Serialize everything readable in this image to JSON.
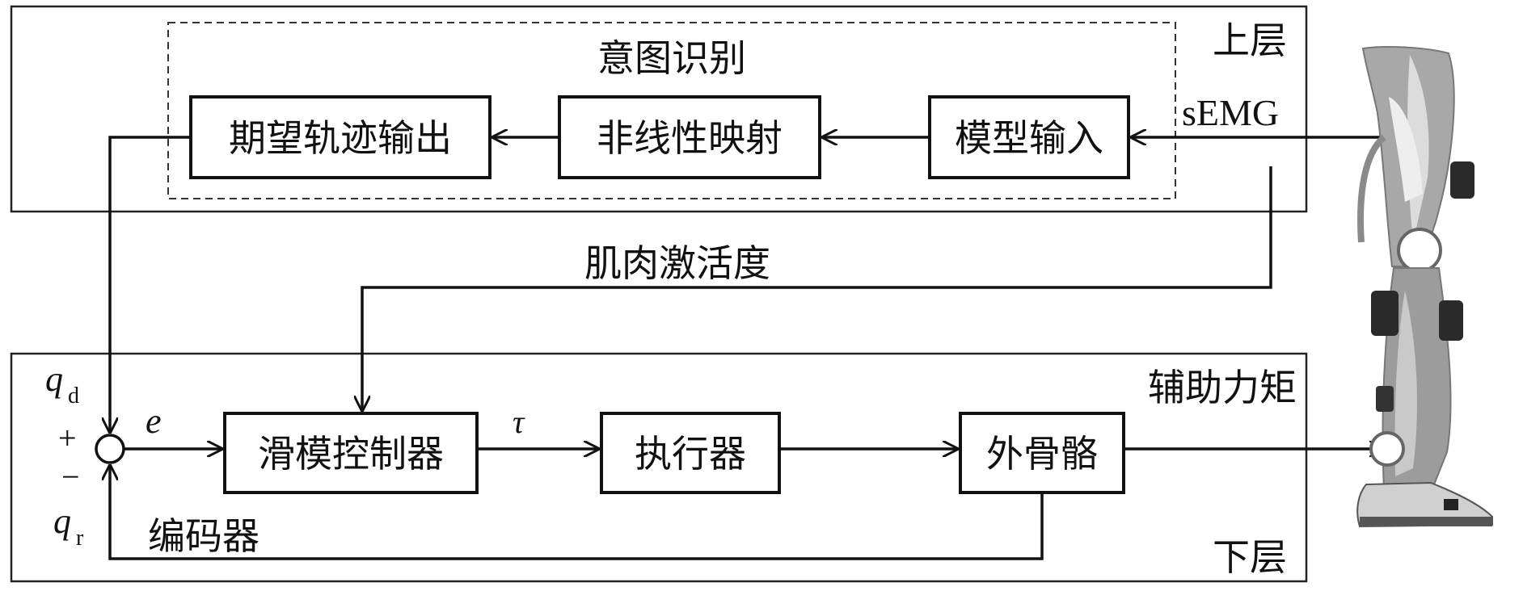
{
  "layers": {
    "upper": "上层",
    "lower": "下层"
  },
  "intent_group": {
    "title": "意图识别"
  },
  "blocks": {
    "model_input": "模型输入",
    "nonlinear_map": "非线性映射",
    "traj_output": "期望轨迹输出",
    "smc": "滑模控制器",
    "actuator": "执行器",
    "exo": "外骨骼"
  },
  "signals": {
    "semg": "sEMG",
    "muscle_activation": "肌肉激活度",
    "assist_torque": "辅助力矩",
    "encoder": "编码器",
    "error": "e",
    "torque": "τ",
    "qd_main": "q",
    "qd_sub": "d",
    "qr_main": "q",
    "qr_sub": "r",
    "plus": "+",
    "minus": "−"
  },
  "colors": {
    "line": "#111111",
    "dashed": "#333333",
    "leg_grey": "#9a9a9a",
    "leg_dark": "#2c2c2c",
    "leg_light": "#d8d8d8"
  }
}
